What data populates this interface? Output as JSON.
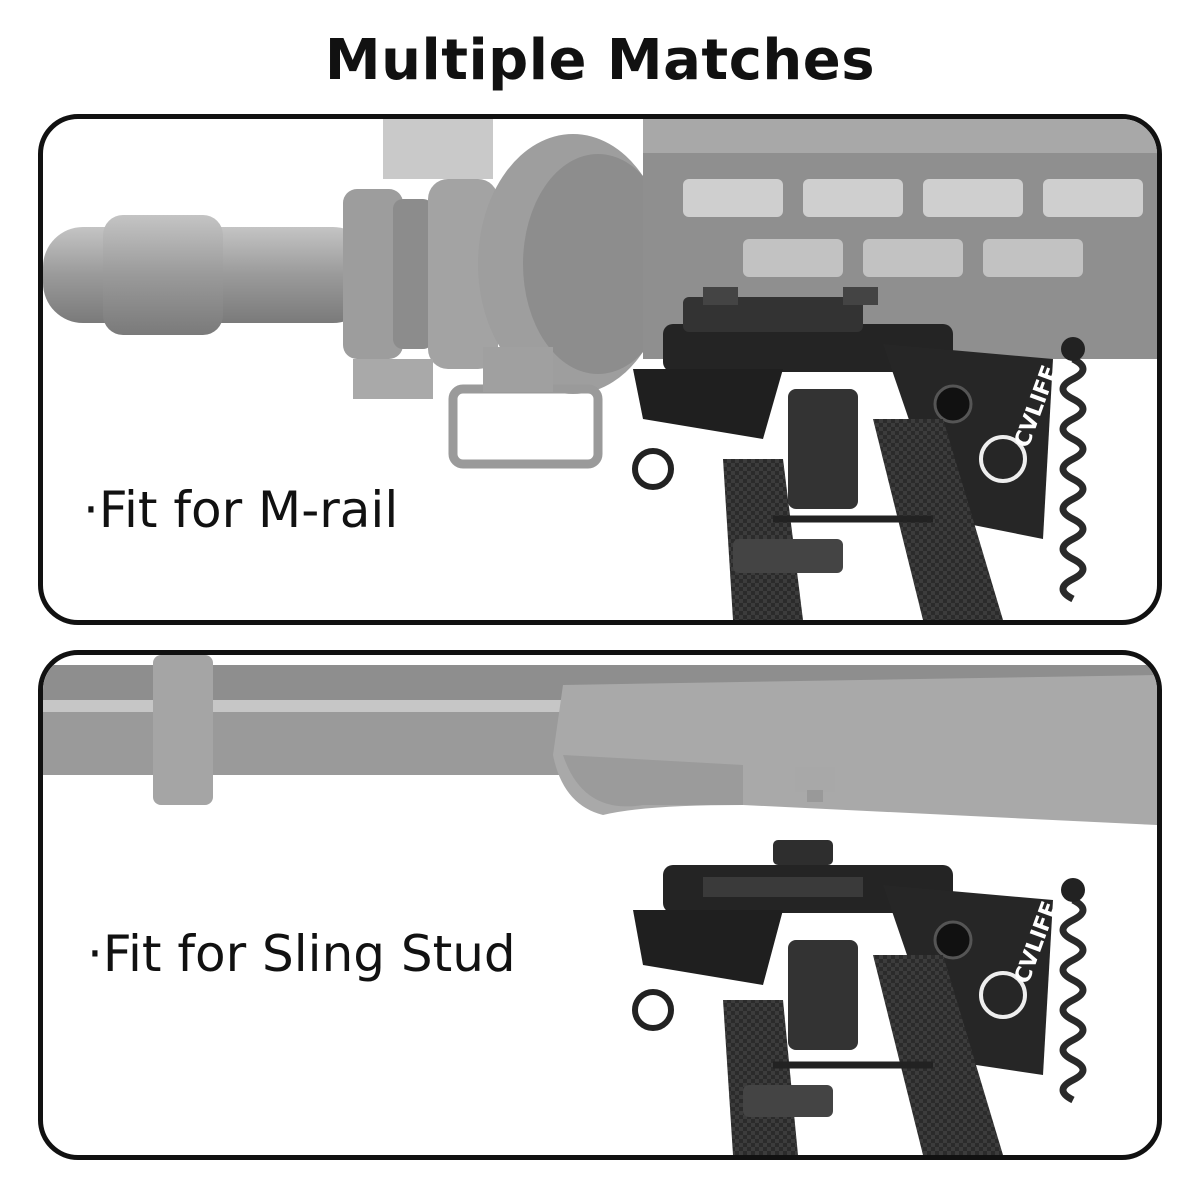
{
  "title": "Multiple Matches",
  "panels": [
    {
      "caption": "·Fit for M-rail",
      "brand": "CVLIFE"
    },
    {
      "caption": "·Fit for Sling Stud",
      "brand": "CVLIFE"
    }
  ],
  "colors": {
    "border": "#111111",
    "rifle_gray": "#9a9a9a",
    "bipod_black": "#2a2a2a",
    "background": "#ffffff"
  }
}
